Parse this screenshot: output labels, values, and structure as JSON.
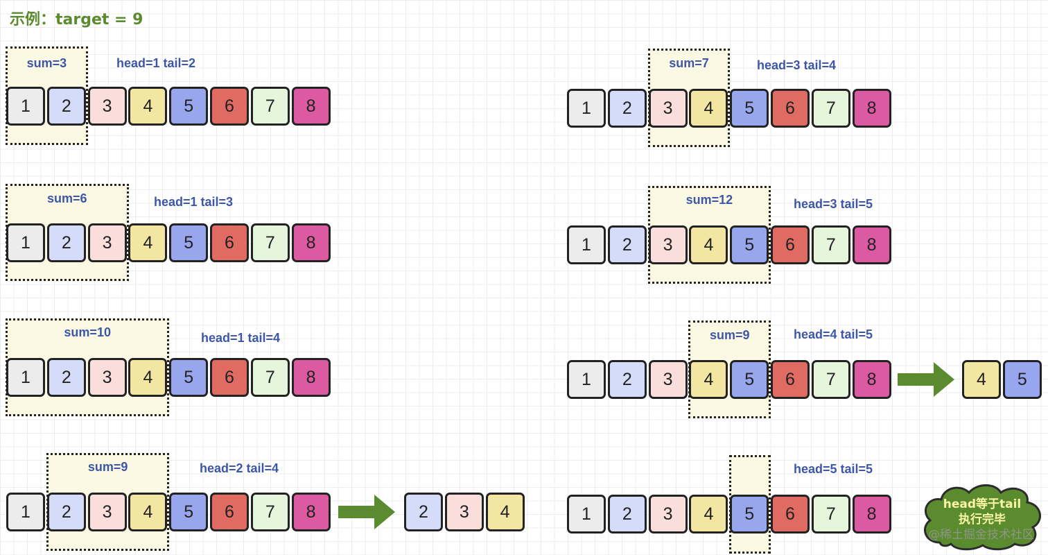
{
  "title": "示例：target = 9",
  "colors": {
    "cells": {
      "1": "#ececec",
      "2": "#d5dcfa",
      "3": "#fadedb",
      "4": "#f3e6a3",
      "5": "#98a6ee",
      "6": "#df6b63",
      "7": "#e5f6dd",
      "8": "#dc5aa1"
    },
    "label": "#3d57a6",
    "title": "#5b8b2f",
    "arrow": "#5b8b2f",
    "window": "#fbf9e4"
  },
  "steps": [
    {
      "sum_label": "sum=3",
      "state_label": "head=1 tail=2"
    },
    {
      "sum_label": "sum=6",
      "state_label": "head=1 tail=3"
    },
    {
      "sum_label": "sum=10",
      "state_label": "head=1 tail=4"
    },
    {
      "sum_label": "sum=9",
      "state_label": "head=2 tail=4",
      "result": [
        "2",
        "3",
        "4"
      ]
    },
    {
      "sum_label": "sum=7",
      "state_label": "head=3 tail=4"
    },
    {
      "sum_label": "sum=12",
      "state_label": "head=3 tail=5"
    },
    {
      "sum_label": "sum=9",
      "state_label": "head=4 tail=5",
      "result": [
        "4",
        "5"
      ]
    },
    {
      "sum_label": "",
      "state_label": "head=5 tail=5"
    }
  ],
  "array": [
    "1",
    "2",
    "3",
    "4",
    "5",
    "6",
    "7",
    "8"
  ],
  "end_note": {
    "line1": "head等于tail",
    "line2": "执行完毕"
  },
  "watermark": "@稀土掘金技术社区"
}
